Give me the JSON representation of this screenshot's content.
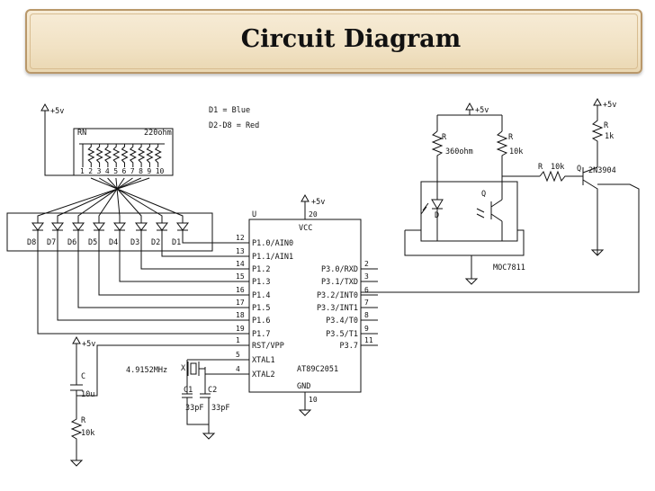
{
  "title": "Circuit Diagram",
  "notes": {
    "d1": "D1 = Blue",
    "d2d8": "D2-D8 = Red"
  },
  "supply": "+5v",
  "rn": {
    "name": "RN",
    "value": "220ohm",
    "pins": [
      "1",
      "2",
      "3",
      "4",
      "5",
      "6",
      "7",
      "8",
      "9",
      "10"
    ]
  },
  "leds": [
    "D8",
    "D7",
    "D6",
    "D5",
    "D4",
    "D3",
    "D2",
    "D1"
  ],
  "mcu": {
    "ref": "U",
    "part": "AT89C2051",
    "vcc": "VCC",
    "vcc_pin": "20",
    "gnd": "GND",
    "gnd_pin": "10",
    "left_pins": [
      {
        "num": "12",
        "name": "P1.0/AIN0"
      },
      {
        "num": "13",
        "name": "P1.1/AIN1"
      },
      {
        "num": "14",
        "name": "P1.2"
      },
      {
        "num": "15",
        "name": "P1.3"
      },
      {
        "num": "16",
        "name": "P1.4"
      },
      {
        "num": "17",
        "name": "P1.5"
      },
      {
        "num": "18",
        "name": "P1.6"
      },
      {
        "num": "19",
        "name": "P1.7"
      },
      {
        "num": "1",
        "name": "RST/VPP"
      },
      {
        "num": "5",
        "name": "XTAL1"
      },
      {
        "num": "4",
        "name": "XTAL2"
      }
    ],
    "right_pins": [
      {
        "num": "2",
        "name": "P3.0/RXD"
      },
      {
        "num": "3",
        "name": "P3.1/TXD"
      },
      {
        "num": "6",
        "name": "P3.2/INT0"
      },
      {
        "num": "7",
        "name": "P3.3/INT1"
      },
      {
        "num": "8",
        "name": "P3.4/T0"
      },
      {
        "num": "9",
        "name": "P3.5/T1"
      },
      {
        "num": "11",
        "name": "P3.7"
      }
    ]
  },
  "crystal": {
    "freq": "4.9152MHz",
    "ref": "X"
  },
  "caps": {
    "c1": "C1",
    "c2": "C2",
    "c1_val": "33pF",
    "c2_val": "33pF",
    "c": "C",
    "c_val": "10u"
  },
  "resistors": {
    "r_rst": "R",
    "r_rst_val": "10k",
    "r1": "R",
    "r1_val": "360ohm",
    "r2": "R",
    "r2_val": "10k",
    "r3": "R",
    "r3_val": "10k",
    "r4": "R",
    "r4_val": "1k"
  },
  "opto": {
    "part": "MOC7811",
    "d": "D",
    "q": "Q"
  },
  "transistor": {
    "ref": "Q",
    "part": "2N3904"
  }
}
